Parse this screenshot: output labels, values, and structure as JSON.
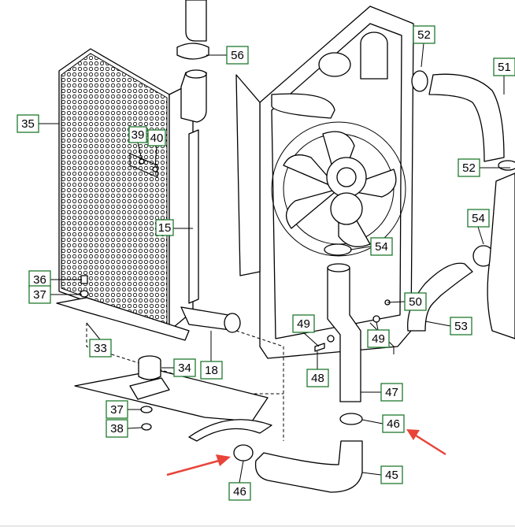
{
  "colors": {
    "label_border": "#1f7a2e",
    "line": "#000000",
    "arrow": "#e8443a"
  },
  "labels": [
    {
      "id": "56",
      "text": "56"
    },
    {
      "id": "52a",
      "text": "52"
    },
    {
      "id": "51",
      "text": "51"
    },
    {
      "id": "35",
      "text": "35"
    },
    {
      "id": "39",
      "text": "39"
    },
    {
      "id": "40",
      "text": "40"
    },
    {
      "id": "52b",
      "text": "52"
    },
    {
      "id": "54a",
      "text": "54"
    },
    {
      "id": "15",
      "text": "15"
    },
    {
      "id": "54b",
      "text": "54"
    },
    {
      "id": "36",
      "text": "36"
    },
    {
      "id": "37a",
      "text": "37"
    },
    {
      "id": "50",
      "text": "50"
    },
    {
      "id": "53",
      "text": "53"
    },
    {
      "id": "49a",
      "text": "49"
    },
    {
      "id": "49b",
      "text": "49"
    },
    {
      "id": "33",
      "text": "33"
    },
    {
      "id": "34",
      "text": "34"
    },
    {
      "id": "18",
      "text": "18"
    },
    {
      "id": "48",
      "text": "48"
    },
    {
      "id": "47",
      "text": "47"
    },
    {
      "id": "37b",
      "text": "37"
    },
    {
      "id": "46a",
      "text": "46"
    },
    {
      "id": "38",
      "text": "38"
    },
    {
      "id": "45",
      "text": "45"
    },
    {
      "id": "46b",
      "text": "46"
    }
  ]
}
